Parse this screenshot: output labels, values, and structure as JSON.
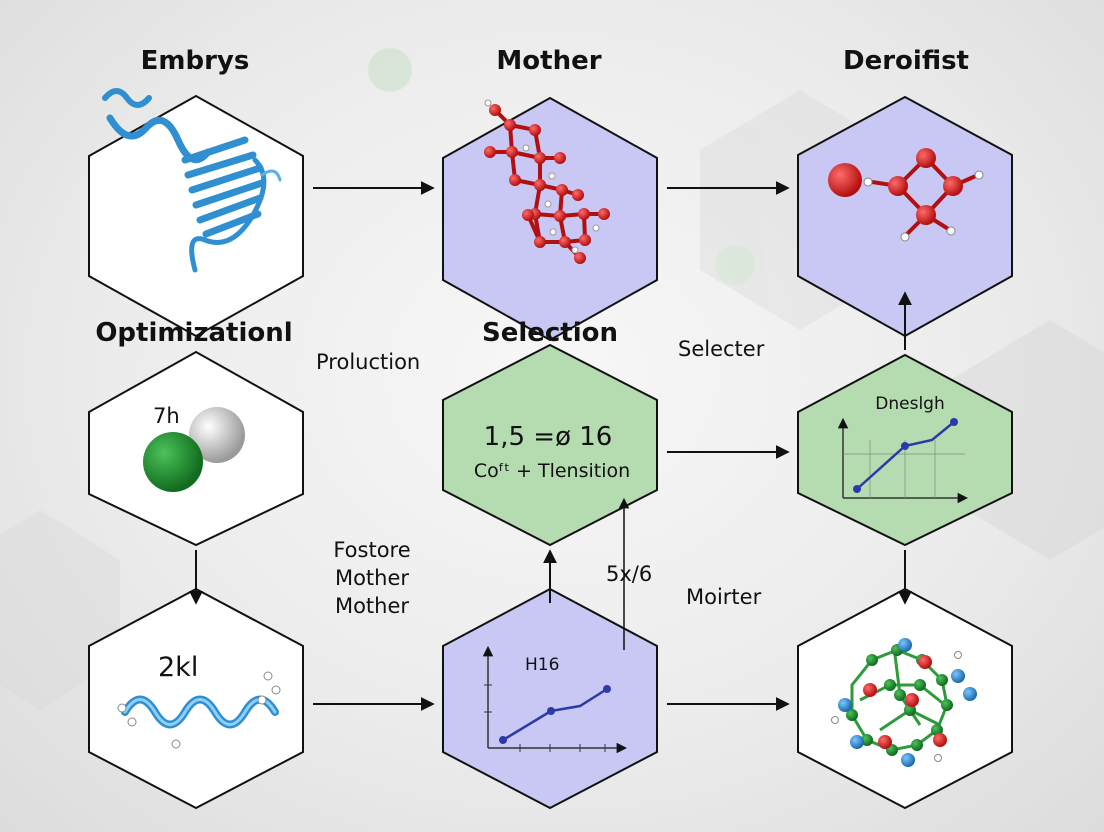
{
  "titles": {
    "embrys": "Embrys",
    "mother": "Mother",
    "deroifist": "Deroifist",
    "optimization": "Optimizationl",
    "selection": "Selection"
  },
  "notes": {
    "proluction": "Proluction",
    "selecter": "Selecter",
    "fostore": [
      "Fostore",
      "Mother",
      "Mother"
    ],
    "five_x_six": "5x/6",
    "moirter": "Moirter"
  },
  "hex_labels": {
    "optimization_value": "7h",
    "selection_formula": "1,5 =ø 16",
    "selection_caption": "Coᶠᵗ + Tlensition",
    "design_chart_title": "Dneslgh",
    "bottom_left_value": "2kl",
    "bottom_mid_chart_title": "H16"
  },
  "colors": {
    "hex_white": "#ffffff",
    "hex_lavender": "#c9c8f4",
    "hex_green": "#b4dcb0",
    "arrow": "#111111",
    "protein_blue": "#2f8fd0",
    "atom_red": "#d01818",
    "atom_green": "#2e9a3a",
    "atom_gray": "#d8d8d8",
    "chart_line": "#2c3aa8"
  },
  "icons": [
    "protein-helix-icon",
    "molecule-network-icon",
    "small-molecule-icon",
    "two-sphere-icon",
    "line-chart-icon",
    "helix-icon",
    "protein-network-icon"
  ]
}
